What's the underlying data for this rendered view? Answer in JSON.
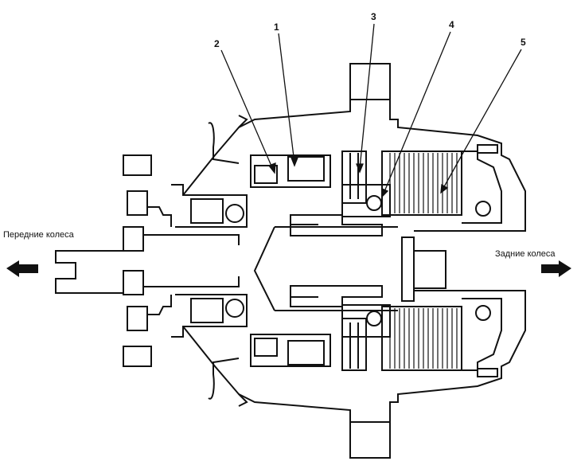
{
  "labels": {
    "front_wheels": "Передние колеса",
    "rear_wheels": "Задние колеса"
  },
  "callouts": [
    "1",
    "2",
    "3",
    "4",
    "5"
  ],
  "icons": {
    "left_arrow": "arrow-left-icon",
    "right_arrow": "arrow-right-icon"
  }
}
